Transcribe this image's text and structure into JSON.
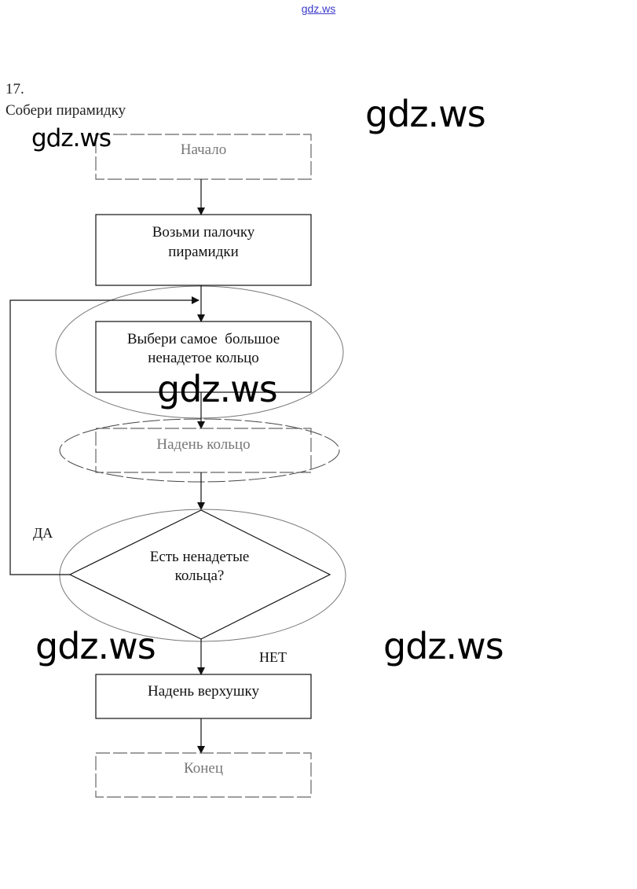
{
  "header": {
    "site_link": "gdz.ws"
  },
  "task": {
    "number": "17.",
    "title": "Собери пирамидку"
  },
  "watermarks": [
    "gdz.ws",
    "gdz.ws",
    "gdz.ws",
    "gdz.ws",
    "gdz.ws"
  ],
  "flowchart": {
    "start": "Начало",
    "step1": [
      "Возьми палочку",
      "пирамидки"
    ],
    "step2": [
      "Выбери самое  большое",
      "ненадетое кольцо"
    ],
    "step3": "Надень кольцо",
    "decision": [
      "Есть ненадетые",
      "кольца?"
    ],
    "yes_label": "ДА",
    "no_label": "НЕТ",
    "step4": "Надень верхушку",
    "end": "Конец"
  }
}
